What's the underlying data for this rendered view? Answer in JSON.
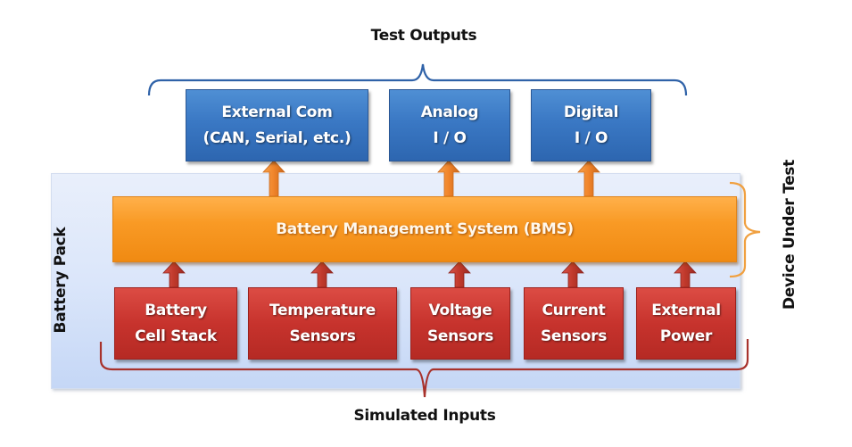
{
  "diagram": {
    "test_outputs_label": "Test Outputs",
    "simulated_inputs_label": "Simulated Inputs",
    "battery_pack_label": "Battery Pack",
    "device_under_test_label": "Device Under Test",
    "outputs": [
      {
        "line1": "External Com",
        "line2": "(CAN, Serial, etc.)"
      },
      {
        "line1": "Analog",
        "line2": "I / O"
      },
      {
        "line1": "Digital",
        "line2": "I / O"
      }
    ],
    "bms_label": "Battery Management System (BMS)",
    "inputs": [
      {
        "line1": "Battery",
        "line2": "Cell Stack"
      },
      {
        "line1": "Temperature",
        "line2": "Sensors"
      },
      {
        "line1": "Voltage",
        "line2": "Sensors"
      },
      {
        "line1": "Current",
        "line2": "Sensors"
      },
      {
        "line1": "External",
        "line2": "Power"
      }
    ],
    "colors": {
      "output_box": "#3a78c4",
      "bms_box": "#f99a25",
      "input_box": "#c7332d",
      "pack_background": "#dbe6fa",
      "output_bracket": "#2f62a8",
      "input_bracket": "#a8322c",
      "dut_bracket": "#f0a040",
      "arrow_orange": "#f08a2a",
      "arrow_red": "#c0392b"
    }
  }
}
